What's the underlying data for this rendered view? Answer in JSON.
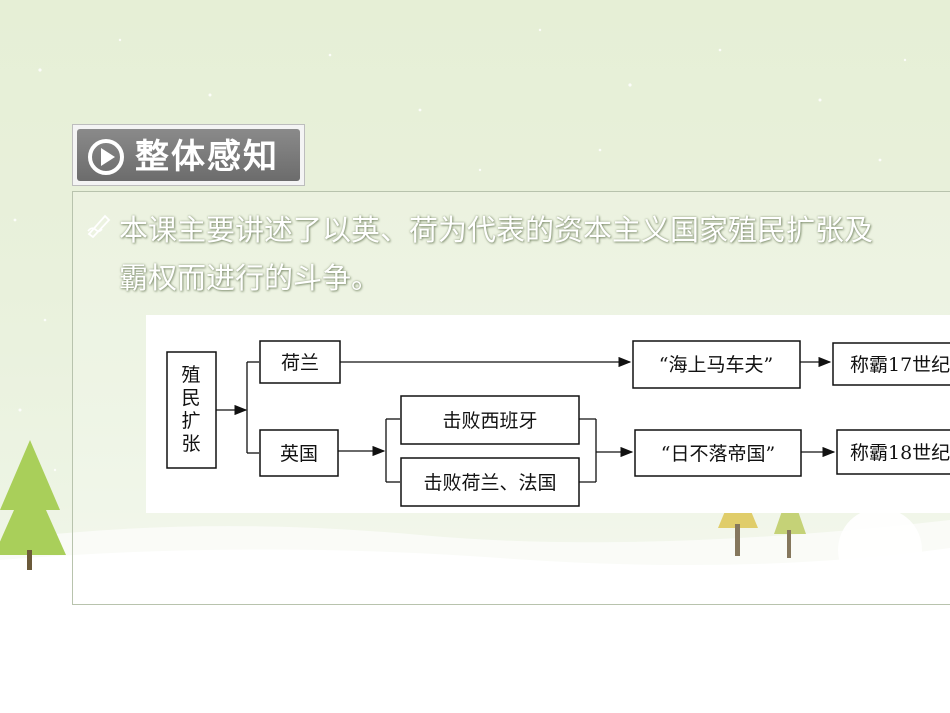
{
  "section": {
    "title": "整体感知",
    "icon": "play-icon"
  },
  "summary": {
    "icon": "pen-icon",
    "line1": "本课主要讲述了以英、荷为代表的资本主义国家殖民扩张及",
    "line2": "霸权而进行的斗争。"
  },
  "diagram": {
    "root": [
      "殖",
      "民",
      "扩",
      "张"
    ],
    "netherlands": "荷兰",
    "england": "英国",
    "defeat_spain": "击败西班牙",
    "defeat_nl_fr": "击败荷兰、法国",
    "nl_title": "“海上马车夫”",
    "en_title": "“日不落帝国”",
    "nl_result": "称霸17世纪",
    "en_result": "称霸18世纪"
  }
}
